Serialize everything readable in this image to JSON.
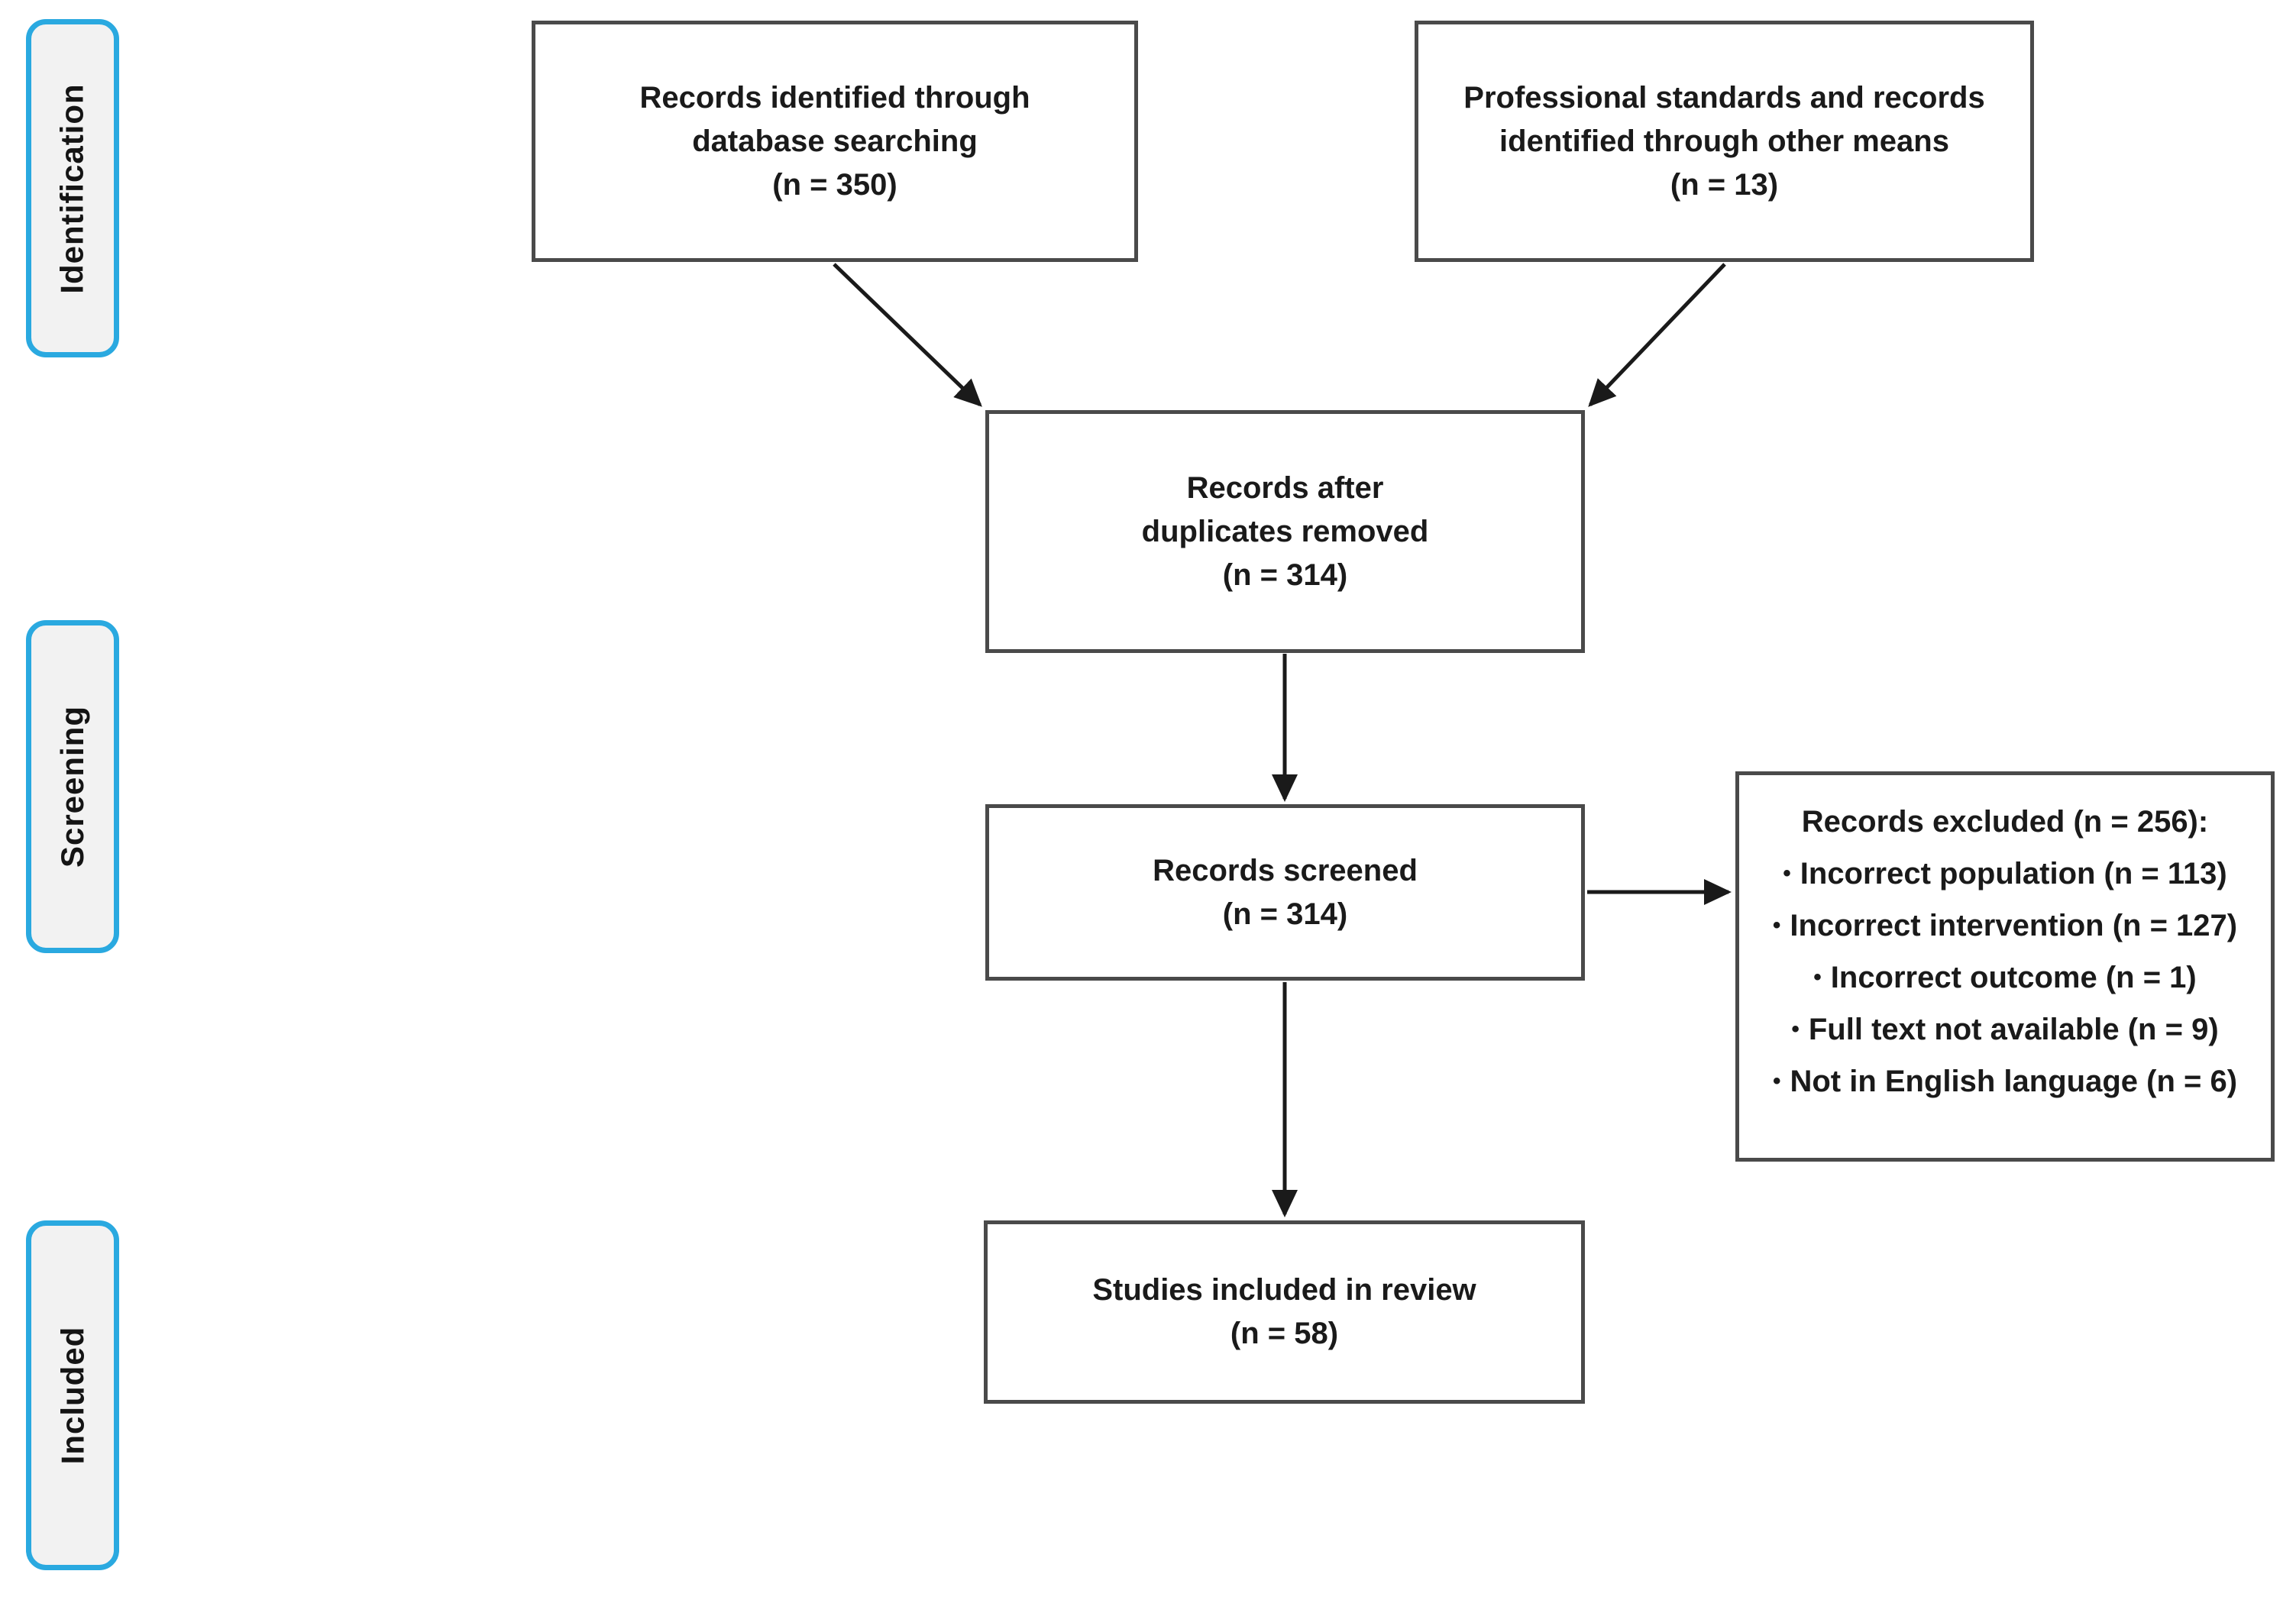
{
  "diagram": {
    "bullet": "•",
    "stages": [
      {
        "label": "Identification"
      },
      {
        "label": "Screening"
      },
      {
        "label": "Included"
      }
    ],
    "boxes": {
      "identified": {
        "lines": [
          "Records identified through",
          "database searching",
          "(n = 350)"
        ]
      },
      "other_sources": {
        "lines": [
          "Professional standards and records",
          "identified through other means",
          "(n = 13)"
        ]
      },
      "deduplicated": {
        "lines": [
          "Records after",
          "duplicates removed",
          "(n = 314)"
        ]
      },
      "screened": {
        "lines": [
          "Records screened",
          "(n = 314)"
        ]
      },
      "excluded": {
        "title": "Records excluded (n = 256):",
        "items": [
          "Incorrect population (n = 113)",
          "Incorrect intervention (n = 127)",
          "Incorrect outcome (n = 1)",
          "Full text not available (n = 9)",
          "Not in English language (n = 6)"
        ]
      },
      "included_studies": {
        "lines": [
          "Studies included in review",
          "(n = 58)"
        ]
      }
    },
    "colors": {
      "stage_border": "#2aa9e0",
      "stage_fill": "#f2f2f2",
      "box_border": "#4a4a4a",
      "box_fill": "#ffffff",
      "text": "#1a1a1a",
      "arrow": "#1a1a1a",
      "background": "#ffffff"
    }
  }
}
